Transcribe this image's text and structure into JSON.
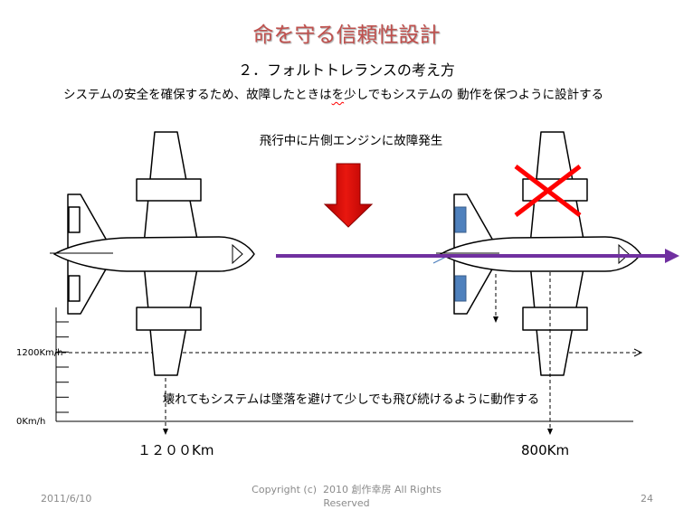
{
  "slide": {
    "title": "命を守る信頼性設計",
    "subtitle": "２．フォルトトレランスの考え方",
    "description": {
      "before": "システムの安全を確保するため、故障したときは",
      "marked": "を",
      "after": "少しでもシステムの 動作を保つように設計する"
    }
  },
  "diagram": {
    "failure_label": "飛行中に片側エンジンに故障発生",
    "continue_label": "壊れてもシステムは墜落を避けて少しでも飛び続けるように動作する",
    "speed_axis": {
      "max_label": "1200Km/h",
      "min_label": "0Km/h"
    },
    "distance_normal": "１２００Km",
    "distance_after_failure": "800Km"
  },
  "footer": {
    "date": "2011/6/10",
    "copyright_line1": "Copyright (c)  2010 創作幸房 All Rights",
    "copyright_line2": "Reserved",
    "page_number": "24"
  },
  "colors": {
    "title": "#c0504d",
    "flight_path": "#7030a0",
    "fault_arrow": "#e8170f",
    "fault_mark": "#ff0000",
    "failed_component": "#4f81bd"
  }
}
